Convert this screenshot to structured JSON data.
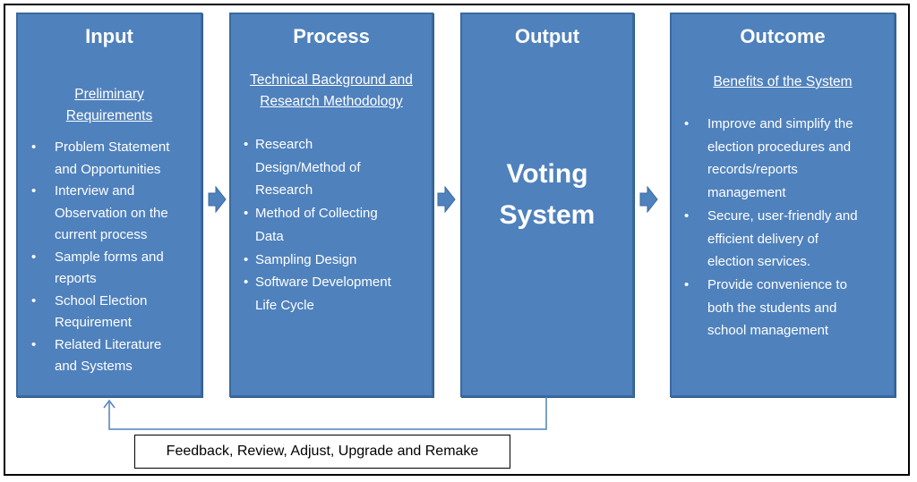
{
  "input": {
    "title": "Input",
    "subtitle_line1": "Preliminary",
    "subtitle_line2": "Requirements",
    "bullets": [
      [
        "Problem Statement",
        "and Opportunities"
      ],
      [
        "Interview and",
        "Observation on the",
        "current process"
      ],
      [
        "Sample forms and",
        "reports"
      ],
      [
        "School Election",
        "Requirement"
      ],
      [
        "Related Literature",
        "and Systems"
      ]
    ]
  },
  "process": {
    "title": "Process",
    "subtitle_line1": "Technical Background and",
    "subtitle_line2": "Research Methodology",
    "bullets": [
      [
        "Research",
        "Design/Method of",
        "Research"
      ],
      [
        "Method of Collecting",
        "Data"
      ],
      [
        "Sampling Design"
      ],
      [
        "Software Development",
        "Life Cycle"
      ]
    ]
  },
  "output": {
    "title": "Output",
    "center_line1": "Voting",
    "center_line2": "System"
  },
  "outcome": {
    "title": "Outcome",
    "subtitle": "Benefits of the System",
    "bullets": [
      [
        "Improve and simplify the",
        "election procedures and",
        "records/reports",
        "management"
      ],
      [
        "Secure, user-friendly and",
        "efficient delivery of",
        "election services."
      ],
      [
        "Provide convenience to",
        "both the students and",
        "school management"
      ]
    ]
  },
  "feedback": {
    "label": "Feedback, Review, Adjust, Upgrade and Remake"
  },
  "colors": {
    "box_fill": "#4f81bd",
    "box_border": "#3a6a9f",
    "arrow_fill": "#4f81bd",
    "loop_line": "#4f81bd"
  }
}
